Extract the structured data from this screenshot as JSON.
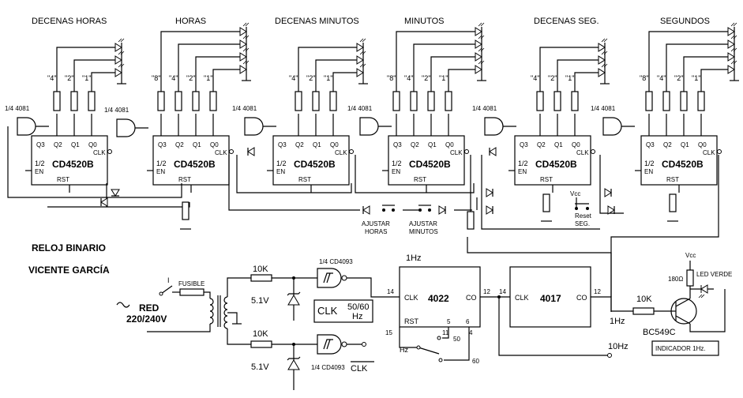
{
  "header_labels": [
    "DECENAS HORAS",
    "HORAS",
    "DECENAS  MINUTOS",
    "MINUTOS",
    "DECENAS SEG.",
    "SEGUNDOS"
  ],
  "chip_name": "CD4520B",
  "half": "1/2",
  "gate_name": "1/4 4081",
  "pins": {
    "q3": "Q3",
    "q2": "Q2",
    "q1": "Q1",
    "q0": "Q0",
    "en": "EN",
    "rst": "RST",
    "clk": "CLK"
  },
  "weights": {
    "w8": "\"8\"",
    "w4": "\"4\"",
    "w2": "\"2\"",
    "w1": "\"1\""
  },
  "title_line1": "RELOJ BINARIO",
  "title_line2": "VICENTE GARCÍA",
  "power": {
    "switch": "I",
    "fuse": "FUSIBLE",
    "net": "RED",
    "voltage": "220/240V",
    "r1": "10K",
    "r2": "10K",
    "zener1": "5.1V",
    "zener2": "5.1V"
  },
  "gates4093": {
    "top": "1/4 CD4093",
    "bottom": "1/4 CD4093"
  },
  "clk_box": {
    "main": "CLK",
    "freq": "50/60",
    "unit": "Hz"
  },
  "clk_bar": "CLK",
  "chip4022": {
    "name": "4022",
    "clk": "CLK",
    "co": "CO",
    "rst": "RST",
    "p14": "14",
    "p12": "12",
    "p15": "15",
    "p5": "5",
    "p6": "6",
    "p11": "11",
    "p4": "4"
  },
  "chip4017": {
    "name": "4017",
    "clk": "CLK",
    "co": "CO",
    "p14": "14",
    "p12": "12"
  },
  "hz_selector": {
    "hz": "Hz",
    "f50": "50",
    "f60": "60"
  },
  "freq_labels": {
    "f1hz_top": "1Hz",
    "f1hz_bottom": "1Hz",
    "f10hz": "10Hz"
  },
  "transistor": {
    "name": "BC549C",
    "r": "10K",
    "rc": "180Ω",
    "vcc": "Vcc",
    "led": "LED VERDE",
    "indicator": "INDICADOR 1Hz."
  },
  "buttons": {
    "horas": "AJUSTAR\nHORAS",
    "minutos": "AJUSTAR\nMINUTOS",
    "reset": "Reset\nSEG.",
    "vcc": "Vcc"
  }
}
